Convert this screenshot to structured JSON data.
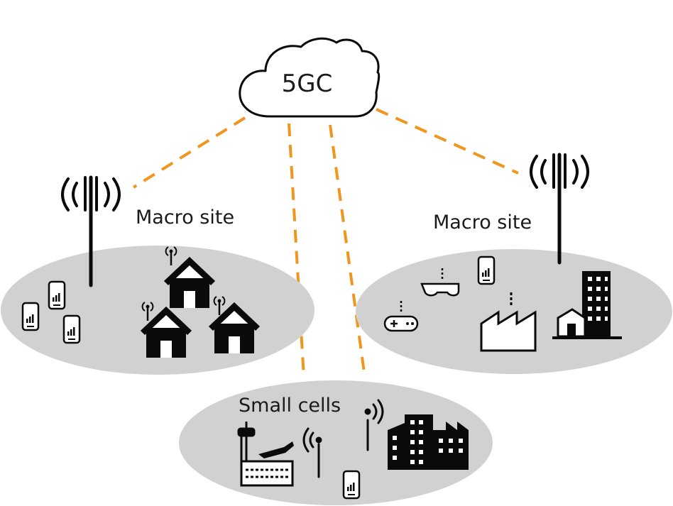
{
  "core": {
    "label": "5GC"
  },
  "sites": [
    {
      "label": "Macro site"
    },
    {
      "label": "Macro site"
    },
    {
      "label": "Small cells"
    }
  ],
  "colors": {
    "link": "#f0961e",
    "ellipse": "#d1d1d1",
    "ink": "#0a0a0a"
  },
  "icons": {
    "core": "cloud-icon",
    "macro": "cell-tower-icon",
    "small_cell": "small-cell-antenna-icon",
    "devices": [
      "smartphone-icon",
      "house-icon",
      "smart-glasses-icon",
      "game-controller-icon",
      "factory-icon",
      "office-building-icon",
      "airport-icon",
      "city-buildings-icon"
    ]
  }
}
